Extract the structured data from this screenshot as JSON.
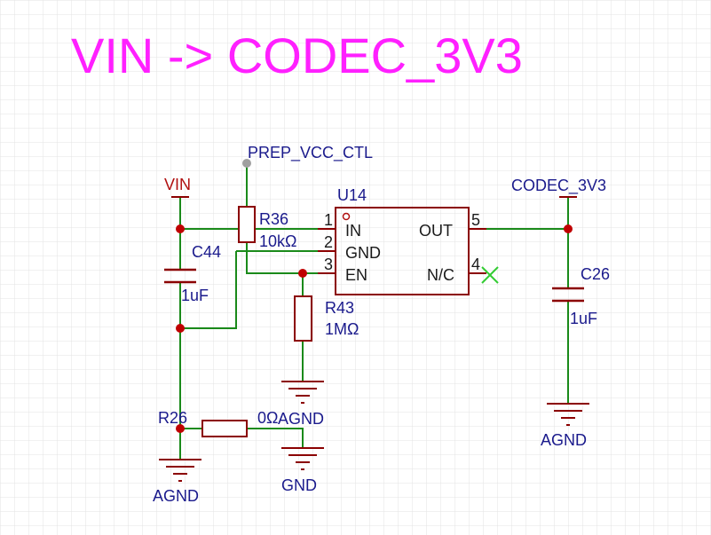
{
  "title": "VIN -> CODEC_3V3",
  "colors": {
    "title": "#ff20ff",
    "label": "#1a1a8c",
    "net_label": "#b01010",
    "wire": "#1a8a1a",
    "component": "#8b0000",
    "grid": "#e3e3e3",
    "no_connect": "#33cc33",
    "probe": "#a0a0a0"
  },
  "nets": {
    "prep_vcc_ctl": "PREP_VCC_CTL",
    "vin": "VIN",
    "codec_3v3": "CODEC_3V3",
    "agnd": "AGND",
    "gnd": "GND"
  },
  "components": {
    "u14": {
      "ref": "U14",
      "pins": [
        {
          "num": "1",
          "name": "IN"
        },
        {
          "num": "2",
          "name": "GND"
        },
        {
          "num": "3",
          "name": "EN"
        },
        {
          "num": "5",
          "name": "OUT"
        },
        {
          "num": "4",
          "name": "N/C"
        }
      ]
    },
    "r36": {
      "ref": "R36",
      "value": "10kΩ"
    },
    "r43": {
      "ref": "R43",
      "value": "1MΩ"
    },
    "r26": {
      "ref": "R26",
      "value": "0Ω"
    },
    "c44": {
      "ref": "C44",
      "value": "1uF"
    },
    "c26": {
      "ref": "C26",
      "value": "1uF"
    }
  }
}
